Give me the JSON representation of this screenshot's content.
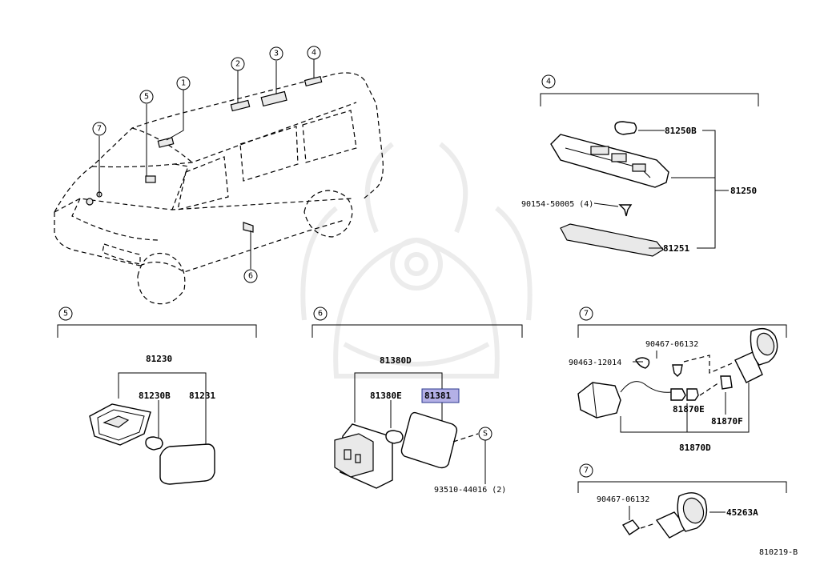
{
  "diagram_id": "810219-B",
  "callouts": {
    "c1": "1",
    "c2": "2",
    "c3": "3",
    "c4": "4",
    "c5": "5",
    "c6": "6",
    "c7": "7",
    "sec4": "4",
    "sec5": "5",
    "sec6": "6",
    "sec7a": "7",
    "sec7b": "7",
    "s": "S"
  },
  "section4": {
    "p81250B": "81250B",
    "p81250": "81250",
    "p90154": "90154-50005 (4)",
    "p81251": "81251"
  },
  "section5": {
    "p81230": "81230",
    "p81230B": "81230B",
    "p81231": "81231"
  },
  "section6": {
    "p81380D": "81380D",
    "p81380E": "81380E",
    "p81381": "81381",
    "p93510": "93510-44016 (2)"
  },
  "section7a": {
    "p90467": "90467-06132",
    "p90463": "90463-12014",
    "p81870E": "81870E",
    "p81870F": "81870F",
    "p81870D": "81870D"
  },
  "section7b": {
    "p90467": "90467-06132",
    "p45263A": "45263A"
  },
  "colors": {
    "highlight": "#b4b0e6",
    "highlight_border": "#2c3a8f",
    "watermark": "#ececec"
  }
}
